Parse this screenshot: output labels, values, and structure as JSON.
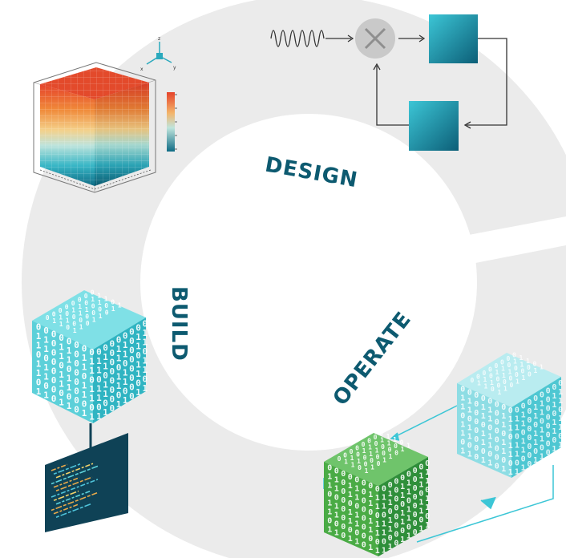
{
  "labels": {
    "design": "DESIGN",
    "build": "BUILD",
    "operate": "OPERATE"
  },
  "axes_widget": {
    "x": "x",
    "y": "y",
    "z": "z"
  },
  "colors": {
    "ring": "#ebebeb",
    "label": "#0d5a70",
    "teal_dark": "#116e85",
    "teal_light": "#35c5d8",
    "cube_cyan": "#5fd3dc",
    "cube_green": "#3aa64a",
    "heat_top": "#e8542a",
    "monitor": "#0f4256"
  },
  "icons": [
    "heatmap-cube-icon",
    "colorbar-icon",
    "signal-wave-icon",
    "multiplier-icon",
    "feedback-block-icon",
    "binary-cube-icon",
    "code-monitor-icon"
  ]
}
